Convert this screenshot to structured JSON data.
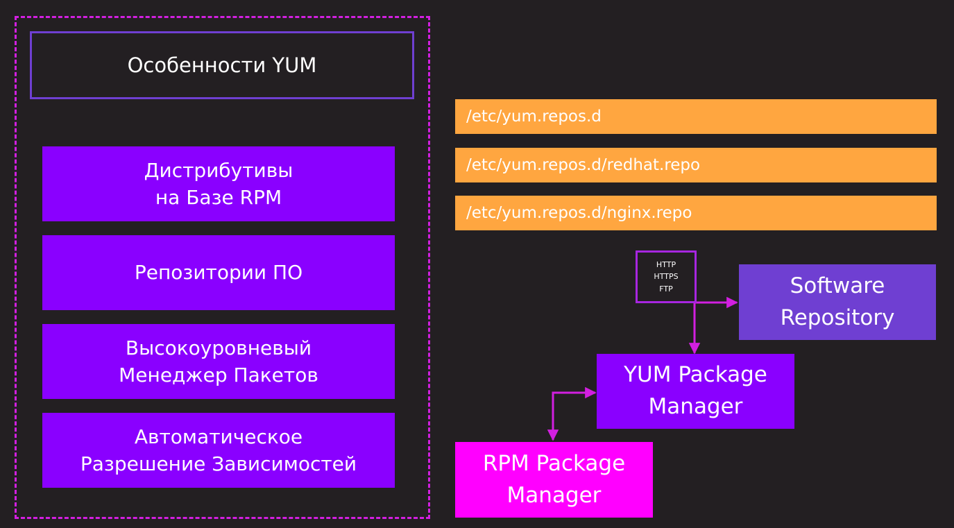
{
  "title": "Особенности YUM",
  "features": [
    "Дистрибутивы\nна Базе RPM",
    "Репозитории ПО",
    "Высокоуровневый\nМенеджер Пакетов",
    "Автоматическое\nРазрешение Зависимостей"
  ],
  "repo_paths": [
    "/etc/yum.repos.d",
    "/etc/yum.repos.d/redhat.repo",
    "/etc/yum.repos.d/nginx.repo"
  ],
  "protocols": [
    "HTTP",
    "HTTPS",
    "FTP"
  ],
  "nodes": {
    "software_repository": "Software\nRepository",
    "yum_package_manager": "YUM Package\nManager",
    "rpm_package_manager": "RPM Package\nManager"
  },
  "colors": {
    "background": "#231f22",
    "feature_fill": "#8a00ff",
    "path_fill": "#ffa640",
    "software_repository_fill": "#6f3fd2",
    "rpm_fill": "#ff00ff",
    "arrow": "#d21fe0",
    "frame_dashed": "#d21fe0"
  }
}
